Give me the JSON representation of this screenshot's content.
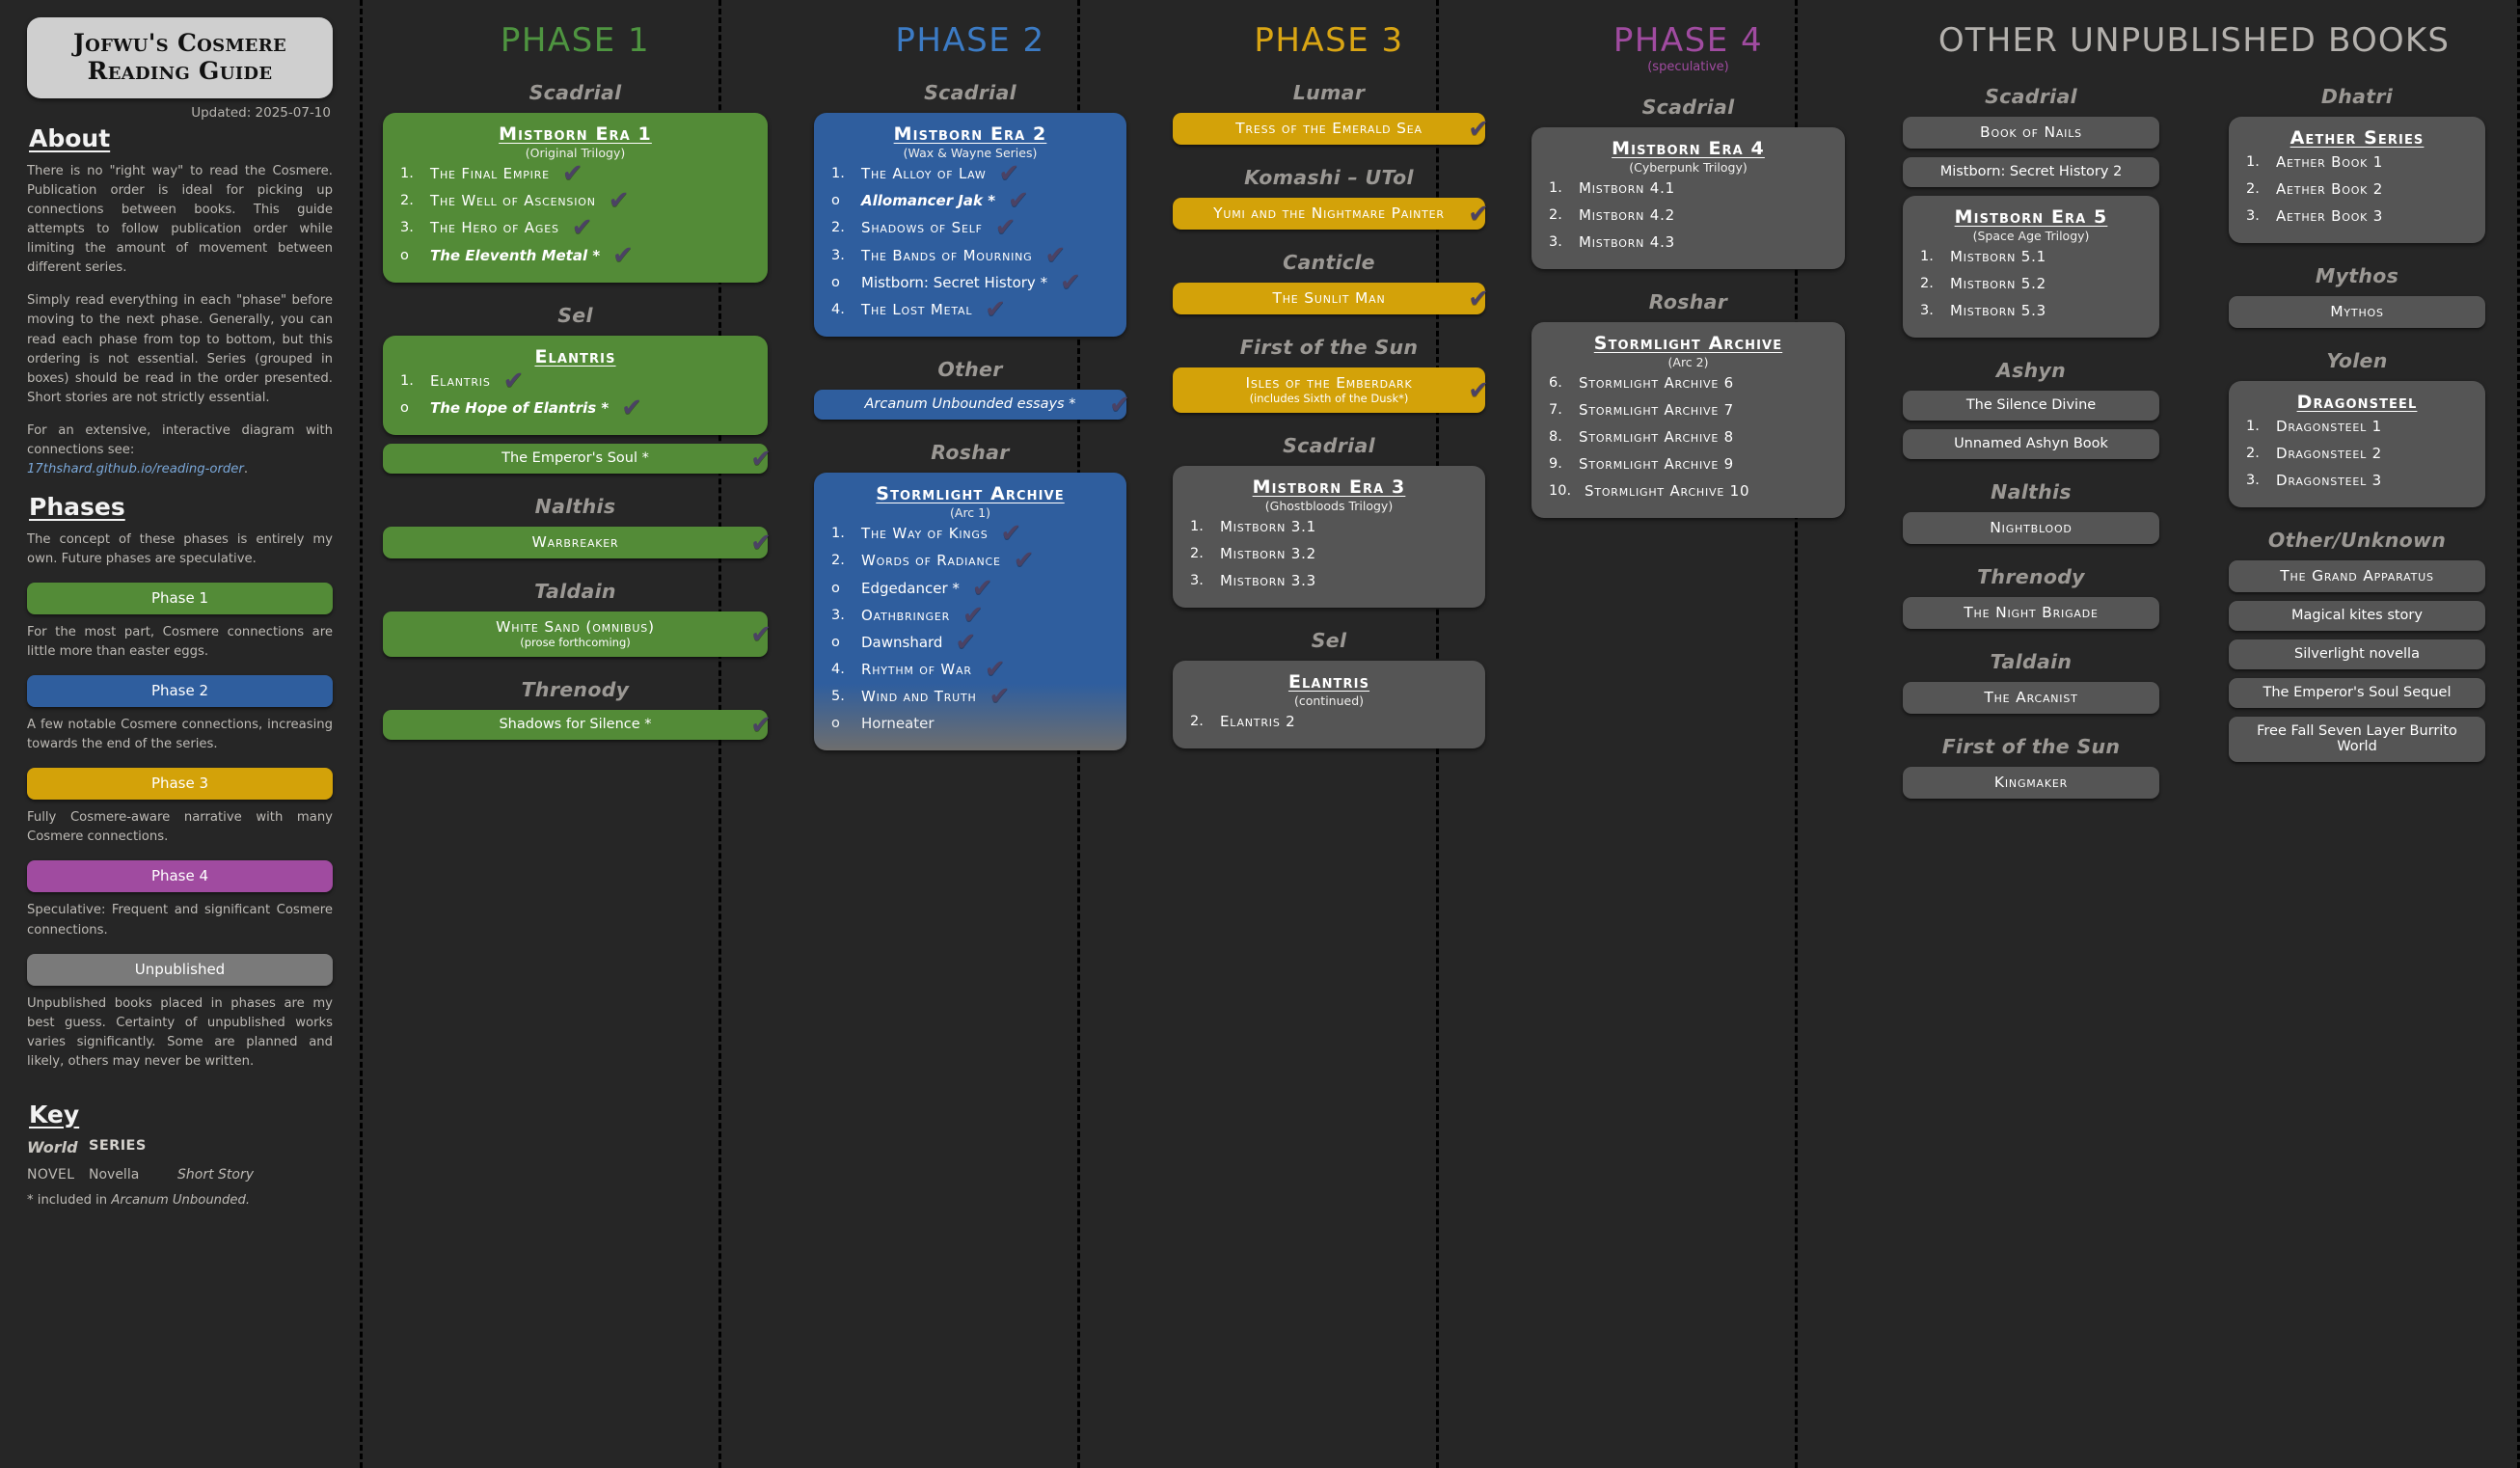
{
  "sidebar": {
    "title": "Jofwu's Cosmere Reading Guide",
    "updated": "Updated: 2025-07-10",
    "about_heading": "About",
    "about_p1": "There is no \"right way\" to read the Cosmere. Publication order is ideal for picking up connections between books. This guide attempts to follow publication order while limiting the amount of movement between different series.",
    "about_p2": "Simply read everything in each \"phase\" before moving to the next phase. Generally, you can read each phase from top to bottom, but this ordering is not essential. Series (grouped in boxes) should be read in the order presented. Short stories are not strictly essential.",
    "about_p3_lead": "For an extensive, interactive diagram with connections see:",
    "about_link": "17thshard.github.io/reading-order",
    "about_link_tail": ".",
    "phases_heading": "Phases",
    "phases_intro": "The concept of these phases is entirely my own. Future phases are speculative.",
    "phase_legend": [
      {
        "label": "Phase 1",
        "color": "#538b37",
        "desc": "For the most part, Cosmere connections are little more than easter eggs."
      },
      {
        "label": "Phase 2",
        "color": "#2f5e9e",
        "desc": "A few notable Cosmere connections, increasing towards the end of the series."
      },
      {
        "label": "Phase 3",
        "color": "#d3a209",
        "desc": "Fully Cosmere-aware narrative with many Cosmere connections."
      },
      {
        "label": "Phase 4",
        "color": "#a04ba0",
        "desc": "Speculative: Frequent and significant Cosmere connections."
      },
      {
        "label": "Unpublished",
        "color": "#7a7a7a",
        "desc": "Unpublished books placed in phases are my best guess. Certainty of unpublished works varies significantly. Some are planned and likely, others may never be written."
      }
    ],
    "key_heading": "Key",
    "key_world": "World",
    "key_series": "SERIES",
    "key_novel": "NOVEL",
    "key_novella": "Novella",
    "key_shortstory": "Short Story",
    "key_footnote_pre": "* included in ",
    "key_footnote_em": "Arcanum Unbounded."
  },
  "phase1": {
    "title": "PHASE 1",
    "color": "#4e9440",
    "groups": [
      {
        "world": "Scadrial",
        "series": {
          "title": "Mistborn Era 1",
          "subtitle": "(Original Trilogy)",
          "entries": [
            {
              "num": "1.",
              "label": "The Final Empire",
              "style": "sc",
              "check": true
            },
            {
              "num": "2.",
              "label": "The Well of Ascension",
              "style": "sc",
              "check": true
            },
            {
              "num": "3.",
              "label": "The Hero of Ages",
              "style": "sc",
              "check": true
            },
            {
              "num": "o",
              "label": "The Eleventh Metal *",
              "style": "it",
              "check": true
            }
          ]
        }
      },
      {
        "world": "Sel",
        "series": {
          "title": "Elantris",
          "subtitle": "",
          "entries": [
            {
              "num": "1.",
              "label": "Elantris",
              "style": "sc",
              "check": true
            },
            {
              "num": "o",
              "label": "The Hope of Elantris *",
              "style": "it",
              "check": true
            }
          ]
        },
        "books": [
          {
            "label": "The Emperor's Soul *",
            "style": "plain",
            "check": true
          }
        ]
      },
      {
        "world": "Nalthis",
        "books": [
          {
            "label": "Warbreaker",
            "style": "sc",
            "check": true
          }
        ]
      },
      {
        "world": "Taldain",
        "books": [
          {
            "label": "White Sand (omnibus)",
            "sub": "(prose forthcoming)",
            "style": "sc",
            "check": true
          }
        ]
      },
      {
        "world": "Threnody",
        "books": [
          {
            "label": "Shadows for Silence *",
            "style": "plain",
            "check": true
          }
        ]
      }
    ]
  },
  "phase2": {
    "title": "PHASE 2",
    "color": "#3c7bc4",
    "groups": [
      {
        "world": "Scadrial",
        "series": {
          "title": "Mistborn Era 2",
          "subtitle": "(Wax & Wayne Series)",
          "entries": [
            {
              "num": "1.",
              "label": "The Alloy of Law",
              "style": "sc",
              "check": true
            },
            {
              "num": "o",
              "label": "Allomancer Jak *",
              "style": "it",
              "check": true
            },
            {
              "num": "2.",
              "label": "Shadows of Self",
              "style": "sc",
              "check": true
            },
            {
              "num": "3.",
              "label": "The Bands of Mourning",
              "style": "sc",
              "check": true
            },
            {
              "num": "o",
              "label": "Mistborn: Secret History *",
              "style": "plain",
              "check": true
            },
            {
              "num": "4.",
              "label": "The Lost Metal",
              "style": "sc",
              "check": true
            }
          ]
        }
      },
      {
        "world": "Other",
        "books": [
          {
            "label": "Arcanum Unbounded essays *",
            "style": "it",
            "check": true
          }
        ]
      },
      {
        "world": "Roshar",
        "series": {
          "title": "Stormlight Archive",
          "subtitle": "(Arc 1)",
          "fade": true,
          "entries": [
            {
              "num": "1.",
              "label": "The Way of Kings",
              "style": "sc",
              "check": true
            },
            {
              "num": "2.",
              "label": "Words of Radiance",
              "style": "sc",
              "check": true
            },
            {
              "num": "o",
              "label": "Edgedancer *",
              "style": "plain",
              "check": true
            },
            {
              "num": "3.",
              "label": "Oathbringer",
              "style": "sc",
              "check": true
            },
            {
              "num": "o",
              "label": "Dawnshard",
              "style": "plain",
              "check": true
            },
            {
              "num": "4.",
              "label": "Rhythm of War",
              "style": "sc",
              "check": true
            },
            {
              "num": "5.",
              "label": "Wind and Truth",
              "style": "sc",
              "check": true
            },
            {
              "num": "o",
              "label": "Horneater",
              "style": "plain",
              "check": false,
              "unpublished": true
            }
          ]
        }
      }
    ]
  },
  "phase3": {
    "title": "PHASE 3",
    "color": "#d9a514",
    "groups": [
      {
        "world": "Lumar",
        "books": [
          {
            "label": "Tress of the Emerald Sea",
            "style": "sc",
            "check": true
          }
        ]
      },
      {
        "world": "Komashi – UTol",
        "books": [
          {
            "label": "Yumi and the Nightmare Painter",
            "style": "sc",
            "check": true,
            "twoline": true
          }
        ]
      },
      {
        "world": "Canticle",
        "books": [
          {
            "label": "The Sunlit Man",
            "style": "sc",
            "check": true
          }
        ]
      },
      {
        "world": "First of the Sun",
        "books": [
          {
            "label": "Isles of the Emberdark",
            "sub": "(includes Sixth of the Dusk*)",
            "style": "sc",
            "check": true
          }
        ]
      },
      {
        "world": "Scadrial",
        "series": {
          "title": "Mistborn Era 3",
          "subtitle": "(Ghostbloods Trilogy)",
          "unpublished": true,
          "entries": [
            {
              "num": "1.",
              "label": "Mistborn 3.1",
              "style": "sc",
              "check": false
            },
            {
              "num": "2.",
              "label": "Mistborn 3.2",
              "style": "sc",
              "check": false
            },
            {
              "num": "3.",
              "label": "Mistborn 3.3",
              "style": "sc",
              "check": false
            }
          ]
        }
      },
      {
        "world": "Sel",
        "series": {
          "title": "Elantris",
          "subtitle": "(continued)",
          "unpublished": true,
          "entries": [
            {
              "num": "2.",
              "label": "Elantris 2",
              "style": "sc",
              "check": false
            }
          ]
        }
      }
    ]
  },
  "phase4": {
    "title": "PHASE 4",
    "subtitle": "(speculative)",
    "color": "#a04ba0",
    "groups": [
      {
        "world": "Scadrial",
        "series": {
          "title": "Mistborn Era 4",
          "subtitle": "(Cyberpunk Trilogy)",
          "unpublished": true,
          "entries": [
            {
              "num": "1.",
              "label": "Mistborn 4.1",
              "style": "sc",
              "check": false
            },
            {
              "num": "2.",
              "label": "Mistborn 4.2",
              "style": "sc",
              "check": false
            },
            {
              "num": "3.",
              "label": "Mistborn 4.3",
              "style": "sc",
              "check": false
            }
          ]
        }
      },
      {
        "world": "Roshar",
        "series": {
          "title": "Stormlight Archive",
          "subtitle": "(Arc 2)",
          "unpublished": true,
          "entries": [
            {
              "num": "6.",
              "label": "Stormlight Archive 6",
              "style": "sc",
              "check": false
            },
            {
              "num": "7.",
              "label": "Stormlight Archive 7",
              "style": "sc",
              "check": false
            },
            {
              "num": "8.",
              "label": "Stormlight Archive 8",
              "style": "sc",
              "check": false
            },
            {
              "num": "9.",
              "label": "Stormlight Archive 9",
              "style": "sc",
              "check": false
            },
            {
              "num": "10.",
              "label": "Stormlight Archive 10",
              "style": "sc",
              "check": false,
              "wide": true
            }
          ]
        }
      }
    ]
  },
  "unpublished": {
    "title": "OTHER UNPUBLISHED BOOKS",
    "left_groups": [
      {
        "world": "Scadrial",
        "books": [
          {
            "label": "Book of Nails",
            "style": "sc"
          },
          {
            "label": "Mistborn: Secret History 2",
            "style": "plain"
          }
        ],
        "series": {
          "title": "Mistborn Era 5",
          "subtitle": "(Space Age Trilogy)",
          "entries": [
            {
              "num": "1.",
              "label": "Mistborn 5.1",
              "style": "sc"
            },
            {
              "num": "2.",
              "label": "Mistborn 5.2",
              "style": "sc"
            },
            {
              "num": "3.",
              "label": "Mistborn 5.3",
              "style": "sc"
            }
          ]
        }
      },
      {
        "world": "Ashyn",
        "books": [
          {
            "label": "The Silence Divine",
            "style": "plain"
          },
          {
            "label": "Unnamed Ashyn Book",
            "style": "plain"
          }
        ]
      },
      {
        "world": "Nalthis",
        "books": [
          {
            "label": "Nightblood",
            "style": "sc"
          }
        ]
      },
      {
        "world": "Threnody",
        "books": [
          {
            "label": "The Night Brigade",
            "style": "sc"
          }
        ]
      },
      {
        "world": "Taldain",
        "books": [
          {
            "label": "The Arcanist",
            "style": "sc"
          }
        ]
      },
      {
        "world": "First of the Sun",
        "books": [
          {
            "label": "Kingmaker",
            "style": "sc"
          }
        ]
      }
    ],
    "right_groups": [
      {
        "world": "Dhatri",
        "series": {
          "title": "Aether Series",
          "subtitle": "",
          "entries": [
            {
              "num": "1.",
              "label": "Aether Book 1",
              "style": "sc"
            },
            {
              "num": "2.",
              "label": "Aether Book 2",
              "style": "sc"
            },
            {
              "num": "3.",
              "label": "Aether Book 3",
              "style": "sc"
            }
          ]
        }
      },
      {
        "world": "Mythos",
        "books": [
          {
            "label": "Mythos",
            "style": "sc"
          }
        ]
      },
      {
        "world": "Yolen",
        "series": {
          "title": "Dragonsteel",
          "subtitle": "",
          "entries": [
            {
              "num": "1.",
              "label": "Dragonsteel 1",
              "style": "sc"
            },
            {
              "num": "2.",
              "label": "Dragonsteel 2",
              "style": "sc"
            },
            {
              "num": "3.",
              "label": "Dragonsteel 3",
              "style": "sc"
            }
          ]
        }
      },
      {
        "world": "Other/Unknown",
        "books": [
          {
            "label": "The Grand Apparatus",
            "style": "sc"
          },
          {
            "label": "Magical kites story",
            "style": "plain"
          },
          {
            "label": "Silverlight novella",
            "style": "plain"
          },
          {
            "label": "The Emperor's Soul Sequel",
            "style": "plain"
          },
          {
            "label": "Free Fall Seven Layer Burrito World",
            "style": "plain",
            "twoline": true
          }
        ]
      }
    ]
  },
  "icons": {
    "check": "✔",
    "bullet": "o"
  }
}
